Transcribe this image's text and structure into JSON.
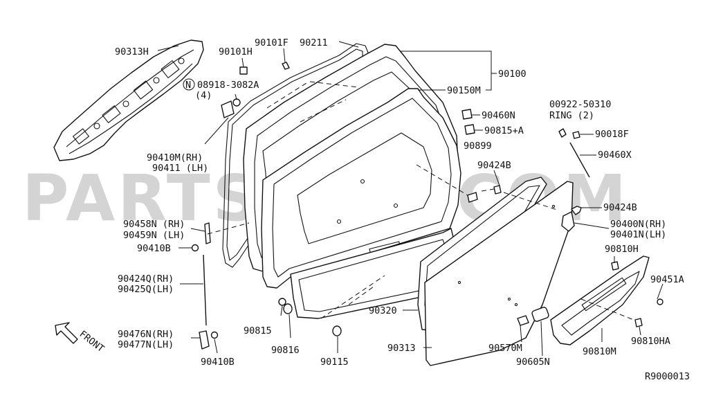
{
  "watermark": "PARTSOUQ.COM",
  "reference_code": "R9000013",
  "front_label": "FRONT",
  "circled_symbol": "N",
  "labels": {
    "p90313H": "90313H",
    "p90101H": "90101H",
    "p90101F": "90101F",
    "p90211": "90211",
    "p90100": "90100",
    "p90150M": "90150M",
    "p08918": "08918-3082A",
    "p08918qty": "(4)",
    "p90460N": "90460N",
    "p90815A": "90815+A",
    "p00922": "00922-50310",
    "ring": "RING (2)",
    "p90018F": "90018F",
    "p90460X": "90460X",
    "p90899": "90899",
    "p90424B_top": "90424B",
    "p90424B_right": "90424B",
    "p90410M": "90410M(RH)",
    "p90411": "90411 (LH)",
    "p90400N": "90400N(RH)",
    "p90401N": "90401N(LH)",
    "p90458N": "90458N (RH)",
    "p90459N": "90459N (LH)",
    "p90410B_top": "90410B",
    "p90810H": "90810H",
    "p90424Q": "90424Q(RH)",
    "p90425Q": "90425Q(LH)",
    "p90451A": "90451A",
    "p90320": "90320",
    "p90815": "90815",
    "p90476N": "90476N(RH)",
    "p90477N": "90477N(LH)",
    "p90816": "90816",
    "p90313": "90313",
    "p90570M": "90570M",
    "p90810M": "90810M",
    "p90810HA": "90810HA",
    "p90410B_bottom": "90410B",
    "p90115": "90115",
    "p90605N": "90605N"
  }
}
